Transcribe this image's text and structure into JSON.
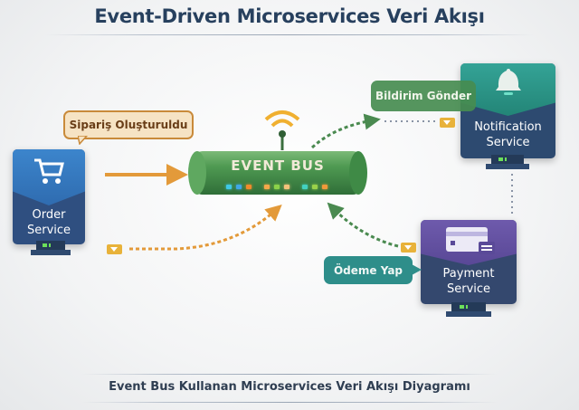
{
  "title": "Event-Driven Microservices Veri Akışı",
  "subtitle": "Event Bus Kullanan Microservices Veri Akışı Diyagramı",
  "event_bus": {
    "label": "EVENT BUS",
    "led_colors": [
      "#3fc9e6",
      "#3fa7e6",
      "#f08a2c",
      "#f5a84a",
      "#8bd14a",
      "#f3c27a",
      "#43d1c0",
      "#9ad14a",
      "#f09a3a"
    ]
  },
  "services": {
    "order": {
      "line1": "Order",
      "line2": "Service",
      "icon": "cart-icon",
      "color_top": "#3a7cc4",
      "color_bottom": "#2f4f80"
    },
    "notification": {
      "line1": "Notification",
      "line2": "Service",
      "icon": "bell-icon",
      "color_top": "#2f9a8e",
      "color_bottom": "#2d4a70"
    },
    "payment": {
      "line1": "Payment",
      "line2": "Service",
      "icon": "credit-card-icon",
      "color_top": "#6a55a8",
      "color_bottom": "#34486e"
    }
  },
  "events": {
    "order_created": "Sipariş Oluşturuldu",
    "send_notification": "Bildirim Gönder",
    "make_payment": "Ödeme Yap"
  },
  "colors": {
    "orange_arrow": "#e39a3a",
    "green_arrow": "#4a8a50",
    "title": "#27405e"
  }
}
